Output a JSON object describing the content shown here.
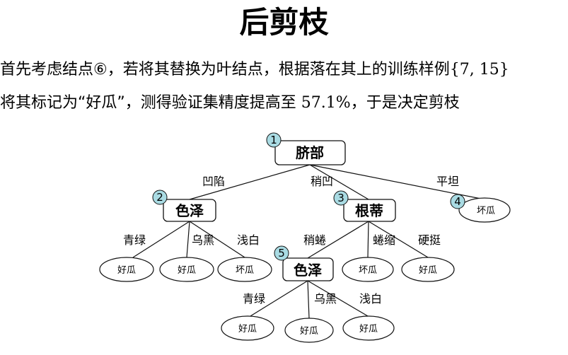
{
  "title": "后剪枝",
  "line1": {
    "a": "首先考虑结点",
    "circled": "⑥",
    "b": "，若将其替换为叶结点，根据落在其上的训练样例",
    "set": "{7, 15}"
  },
  "line2": {
    "a": "将其标记为“好瓜”，测得验证集精度提高至",
    "pct": "57.1%",
    "b": "，于是决定剪枝"
  },
  "tree": {
    "root": {
      "badge": "1",
      "label": "脐部"
    },
    "n2": {
      "badge": "2",
      "label": "色泽"
    },
    "n3": {
      "badge": "3",
      "label": "根蒂"
    },
    "n4": {
      "badge": "4",
      "label": "坏瓜"
    },
    "n5": {
      "badge": "5",
      "label": "色泽"
    },
    "e_root_n2": "凹陷",
    "e_root_n3": "稍凹",
    "e_root_n4": "平坦",
    "e_n2_l1": "青绿",
    "e_n2_l2": "乌黑",
    "e_n2_l3": "浅白",
    "e_n3_n5": "稍蜷",
    "e_n3_l4": "蜷缩",
    "e_n3_l5": "硬挺",
    "e_n5_l6": "青绿",
    "e_n5_l7": "乌黑",
    "e_n5_l8": "浅白",
    "l1": "好瓜",
    "l2": "好瓜",
    "l3": "坏瓜",
    "l4": "坏瓜",
    "l5": "好瓜",
    "l6": "好瓜",
    "l7": "好瓜",
    "l8": "好瓜"
  },
  "colors": {
    "badge_fill": "#a9dbe3",
    "stroke": "#111111"
  }
}
